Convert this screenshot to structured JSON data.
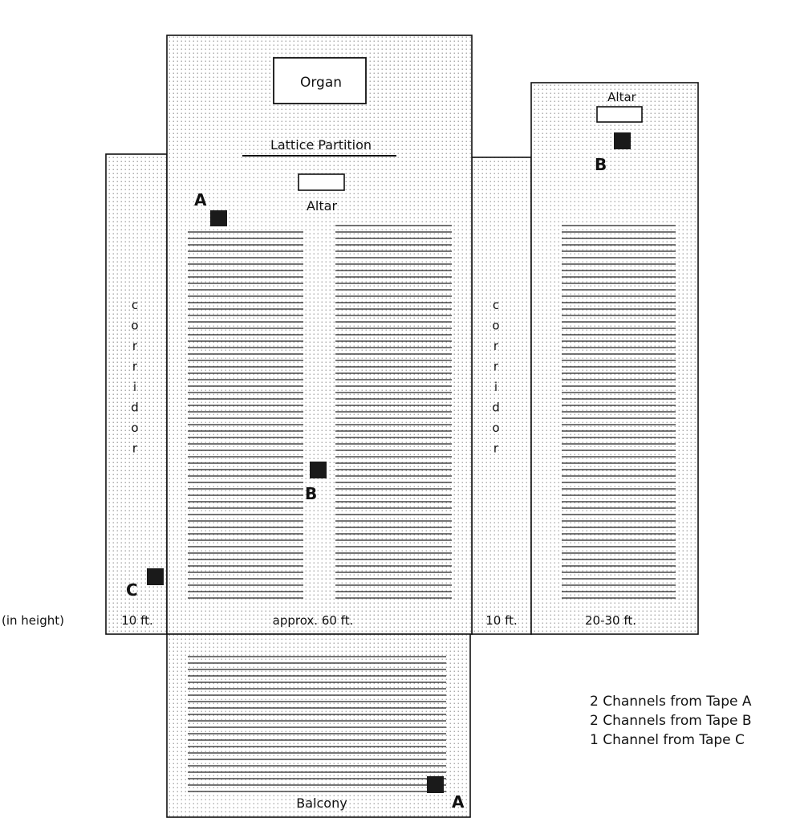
{
  "labels": {
    "organ": "Organ",
    "lattice": "Lattice Partition",
    "altar_main": "Altar",
    "altar_side": "Altar",
    "corridor_left": [
      "c",
      "o",
      "r",
      "r",
      "i",
      "d",
      "o",
      "r"
    ],
    "corridor_right": [
      "c",
      "o",
      "r",
      "r",
      "i",
      "d",
      "o",
      "r"
    ],
    "balcony": "Balcony",
    "height_note": "(in height)",
    "dim_corridor_left": "10 ft.",
    "dim_nave": "approx. 60 ft.",
    "dim_corridor_right": "10 ft.",
    "dim_side_chapel": "20-30 ft."
  },
  "speakers": [
    {
      "label": "A"
    },
    {
      "label": "B"
    },
    {
      "label": "C"
    },
    {
      "label": "B"
    },
    {
      "label": "A"
    }
  ],
  "legend": [
    "2 Channels from Tape A",
    "2 Channels from Tape B",
    "1 Channel from Tape C"
  ]
}
